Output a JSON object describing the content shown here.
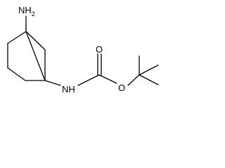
{
  "colors": {
    "background": "#ffffff",
    "bond": "#000000",
    "label": "#000000"
  },
  "labels": {
    "amine_top": "NH",
    "amine_top_subscript": "2",
    "carbamate_nh": "NH",
    "carbonyl_o": "O",
    "ester_o": "O"
  }
}
